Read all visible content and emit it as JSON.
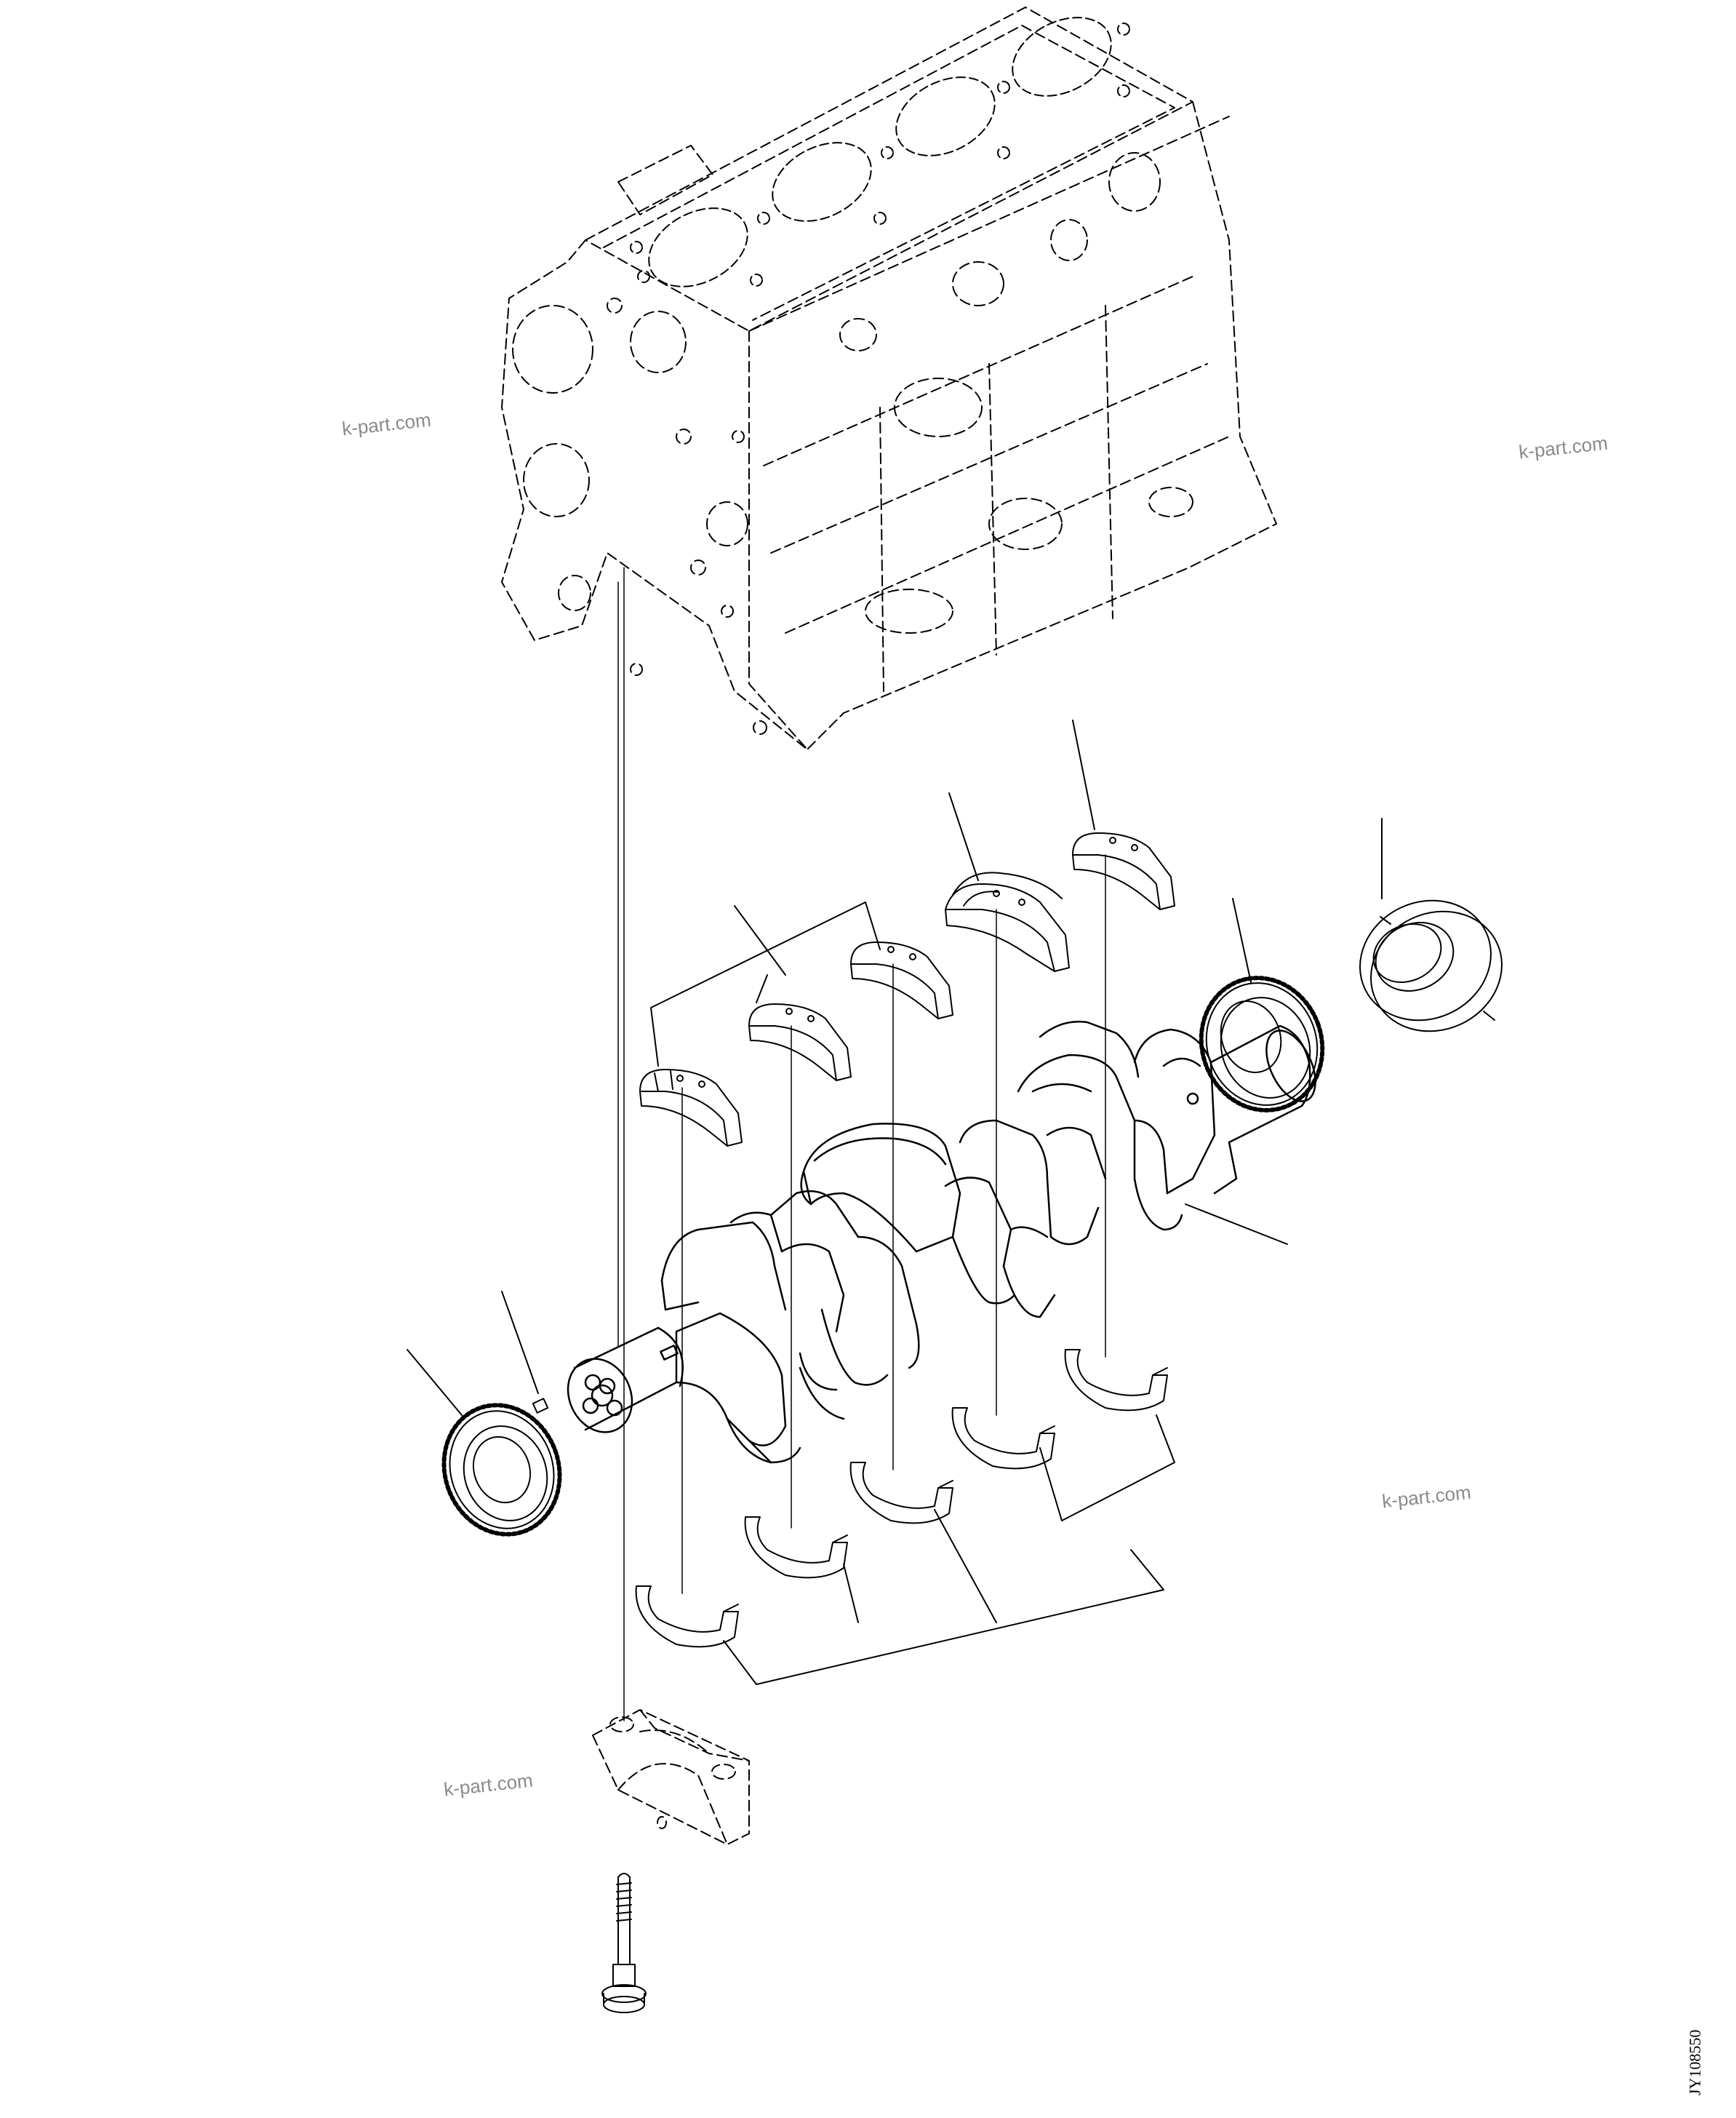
{
  "watermark": {
    "text_1": "k-part.com",
    "text_2": "k-part.com",
    "text_3": "k-part.com",
    "text_4": "k-part.com"
  },
  "drawing_code": "JY108550"
}
